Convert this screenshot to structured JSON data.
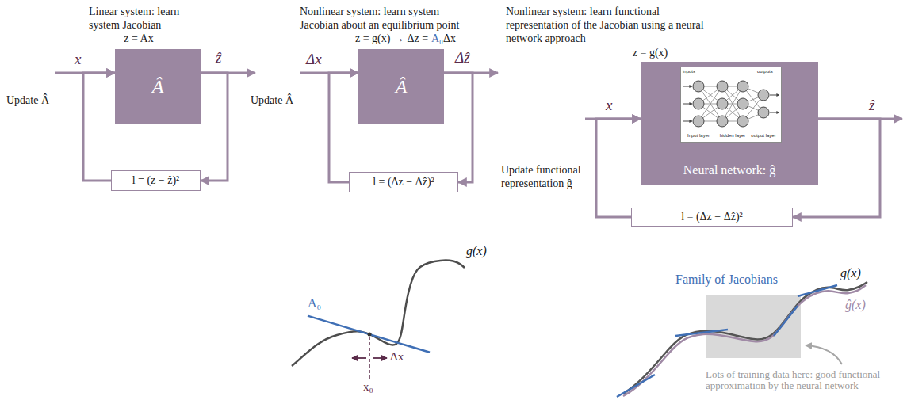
{
  "diagram": {
    "nodes": [
      {
        "text": [
          "Â"
        ]
      },
      {
        "text": [
          "l = (z − ẑ)²"
        ]
      },
      {
        "text": [
          "Â"
        ]
      },
      {
        "text": [
          "l = (Δz − Δẑ)²"
        ]
      },
      {
        "text": [
          "Neural network: ĝ"
        ]
      },
      {
        "text": [
          "inputs",
          "outputs",
          "Input layer",
          "hidden layer",
          "output layer"
        ],
        "in": 4
      },
      {
        "text": [
          "l = (Δz − Δẑ)²"
        ]
      }
    ],
    "edges": [
      {
        "from": 0,
        "to": 1,
        "arrow": "to"
      },
      {
        "from": 1,
        "to": 0,
        "arrow": "to"
      },
      {
        "from": 2,
        "to": 3,
        "arrow": "to"
      },
      {
        "from": 3,
        "to": 2,
        "arrow": "to"
      },
      {
        "from": 4,
        "to": 6,
        "arrow": "to"
      },
      {
        "from": 6,
        "to": 4,
        "arrow": "to"
      }
    ],
    "labels": [
      "Linear system: learn system Jacobian",
      "z = Ax",
      "x",
      "ẑ",
      "Update Â",
      "Nonlinear system: learn system Jacobian about an equilibrium point",
      "z = g(x) → Δz =",
      "A₀",
      "Δx",
      "Δx",
      "Δẑ",
      "Update Â",
      "g(x)",
      "A₀",
      "Δx",
      "x₀",
      "Nonlinear system: learn functional representation of the Jacobian using a neural network approach",
      "z = g(x)",
      "x",
      "ẑ",
      "Update functional representation ĝ",
      "Family of Jacobians",
      "g(x)",
      "ĝ(x)",
      "Lots of training data here: good functional approximation by the neural network"
    ]
  }
}
